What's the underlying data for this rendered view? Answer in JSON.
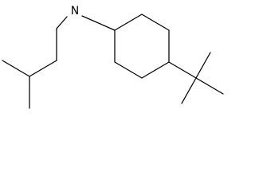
{
  "diagram": {
    "type": "skeletal-structure",
    "atoms": [
      {
        "id": "N",
        "label": "N"
      }
    ],
    "bond_line_color": "#000000",
    "background_color": "#ffffff"
  }
}
